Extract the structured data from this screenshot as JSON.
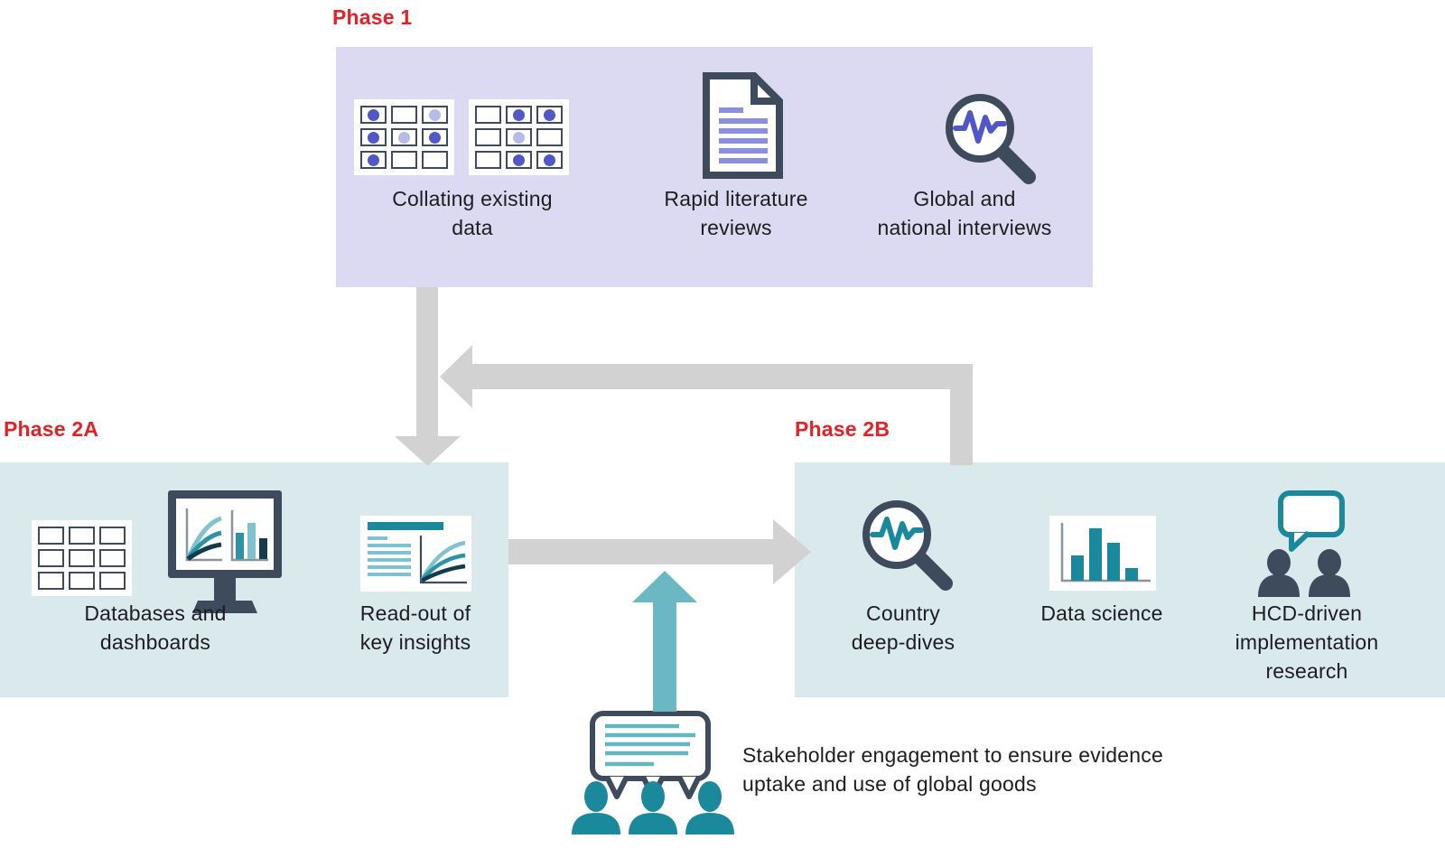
{
  "colors": {
    "phase1_box": "#dbdaf2",
    "phase2_box": "#d9e9ec",
    "phase_label_red": "#e32126",
    "slate": "#3e4b5c",
    "purple": "#5157c7",
    "purple_light": "#b7bbe8",
    "purple_line": "#8a90de",
    "teal": "#19899b",
    "teal_light": "#7fc3ce",
    "teal_mid": "#2b93a4",
    "teal_dark": "#123c4c",
    "arrow_gray": "#d2d2d2",
    "arrow_teal": "#6cb7c4",
    "text": "#1d1d1f"
  },
  "phase1": {
    "label": "Phase 1",
    "items": [
      {
        "icon": "data-grids-icon",
        "lines": [
          "Collating existing",
          "data"
        ]
      },
      {
        "icon": "document-icon",
        "lines": [
          "Rapid literature",
          "reviews"
        ]
      },
      {
        "icon": "magnifier-waveform-icon",
        "lines": [
          "Global and",
          "national interviews"
        ]
      }
    ]
  },
  "phase2a": {
    "label": "Phase 2A",
    "items": [
      {
        "icon": "table-and-monitor-icon",
        "lines": [
          "Databases and",
          "dashboards"
        ]
      },
      {
        "icon": "report-chart-icon",
        "lines": [
          "Read-out of",
          "key insights"
        ]
      }
    ]
  },
  "phase2b": {
    "label": "Phase 2B",
    "items": [
      {
        "icon": "magnifier-waveform-icon",
        "lines": [
          "Country",
          "deep-dives"
        ]
      },
      {
        "icon": "bar-chart-icon",
        "lines": [
          "Data science"
        ]
      },
      {
        "icon": "people-speech-icon",
        "lines": [
          "HCD-driven",
          "implementation",
          "research"
        ]
      }
    ]
  },
  "stakeholder": {
    "icon": "group-discussion-icon",
    "lines": [
      "Stakeholder engagement to ensure evidence",
      "uptake and use of global goods"
    ]
  },
  "grid_patterns": {
    "phase1_left": [
      [
        "dark",
        "none",
        "light"
      ],
      [
        "dark",
        "light",
        "dark"
      ],
      [
        "dark",
        "none",
        "none"
      ]
    ],
    "phase1_right": [
      [
        "none",
        "dark",
        "dark"
      ],
      [
        "none",
        "light",
        "none"
      ],
      [
        "none",
        "dark",
        "dark"
      ]
    ],
    "phase2a_empty": [
      [
        "none",
        "none",
        "none"
      ],
      [
        "none",
        "none",
        "none"
      ],
      [
        "none",
        "none",
        "none"
      ]
    ]
  }
}
